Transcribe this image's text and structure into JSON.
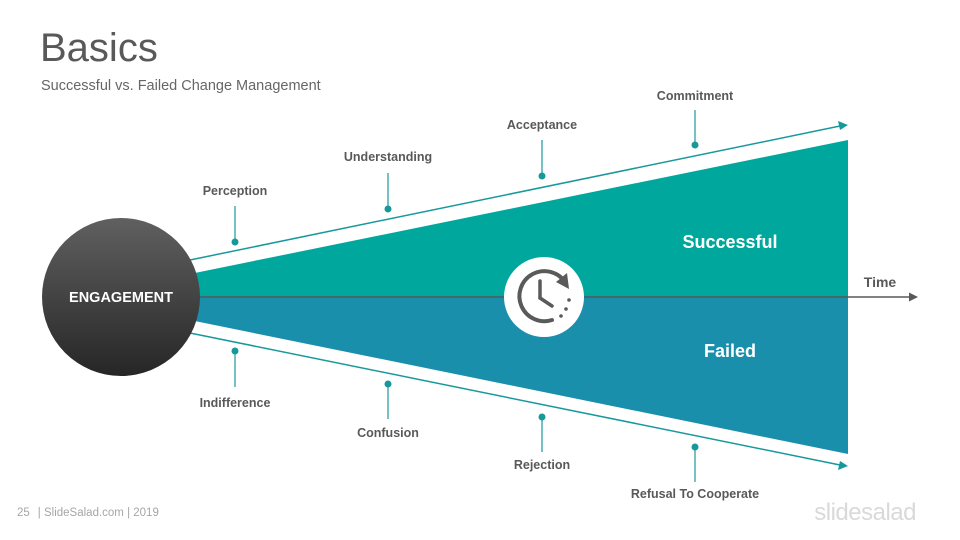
{
  "slide": {
    "title": "Basics",
    "subtitle": "Successful vs. Failed Change Management"
  },
  "diagram": {
    "center_label": "ENGAGEMENT",
    "axis_label": "Time",
    "upper_label": "Successful",
    "lower_label": "Failed",
    "upper_stages": [
      "Perception",
      "Understanding",
      "Acceptance",
      "Commitment"
    ],
    "lower_stages": [
      "Indifference",
      "Confusion",
      "Rejection",
      "Refusal To Cooperate"
    ],
    "center_icon": "clock-history-icon",
    "colors": {
      "successful": "#00A79D",
      "failed": "#1A8FAB",
      "line": "#17999B",
      "axis": "#595959",
      "circle_dark": "#2e2e2e"
    }
  },
  "footer": {
    "page_number": "25",
    "source": "| SlideSalad.com | 2019",
    "brand": "slidesalad"
  }
}
